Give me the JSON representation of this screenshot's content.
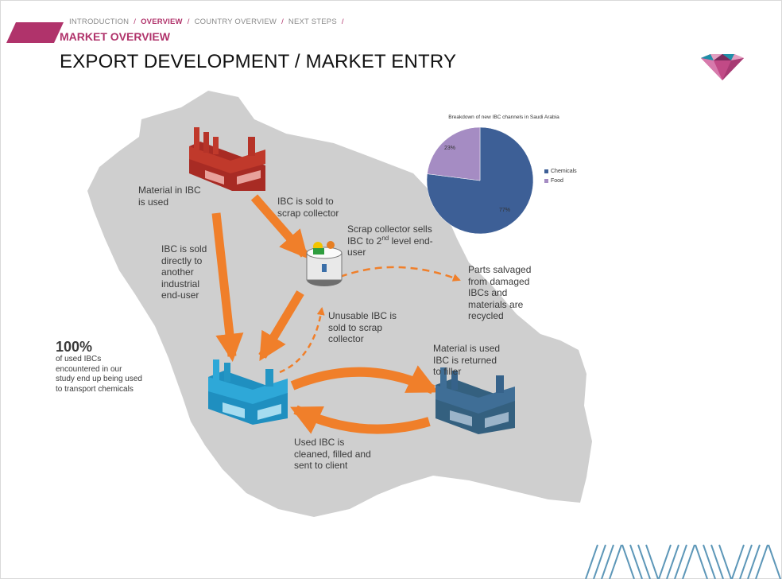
{
  "breadcrumb": {
    "items": [
      {
        "label": "Introduction"
      },
      {
        "label": "Overview"
      },
      {
        "label": "Country overview"
      },
      {
        "label": "Next steps"
      }
    ]
  },
  "section_title": "MARKET OVERVIEW",
  "page_title": "EXPORT DEVELOPMENT / MARKET ENTRY",
  "colors": {
    "accent": "#b0336b",
    "map": "#cfcfcf",
    "arrow": "#f07f2a",
    "factory_red": "#c0392b",
    "factory_teal": "#2ea8d8",
    "factory_steel": "#3f6e96",
    "pie_chemicals": "#3d5f96",
    "pie_food": "#a58cc3"
  },
  "labels": {
    "material_used": "Material in IBC is used",
    "sold_scrap": "IBC is sold to scrap collector",
    "scrap_sells_a": "Scrap collector sells IBC to 2",
    "scrap_sells_sup": "nd",
    "scrap_sells_b": "level end-user",
    "sold_directly": "IBC is sold directly to another industrial end-user",
    "parts_salvaged": "Parts salvaged from damaged IBCs and materials are recycled",
    "unusable": "Unusable IBC is sold to scrap collector",
    "returned": "Material is used IBC is returned to filler",
    "cleaned": "Used IBC is cleaned, filled and sent to client"
  },
  "stat": {
    "value": "100%",
    "text": "of used IBCs encountered in our study end up being used to transport chemicals"
  },
  "chart_data": {
    "type": "pie",
    "title": "Breakdown of new IBC channels in Saudi Arabia",
    "categories": [
      "Chemicals",
      "Food"
    ],
    "values": [
      77,
      23
    ],
    "value_labels": [
      "77%",
      "23%"
    ],
    "legend_position": "right"
  }
}
